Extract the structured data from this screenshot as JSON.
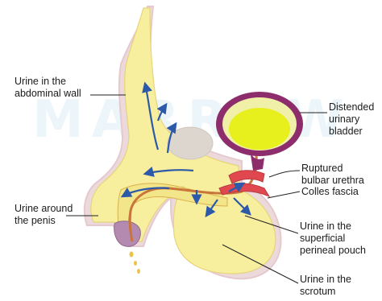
{
  "watermark": "MARROW",
  "labels": {
    "abdominal_wall": [
      "Urine in the",
      "abdominal wall"
    ],
    "bladder": [
      "Distended",
      "urinary",
      "bladder"
    ],
    "urethra": [
      "Ruptured",
      "bulbar urethra"
    ],
    "penis": [
      "Urine around",
      "the penis"
    ],
    "colles": [
      "Colles fascia"
    ],
    "perineal": [
      "Urine in the",
      "superficial",
      "perineal pouch"
    ],
    "scrotum": [
      "Urine in the",
      "scrotum"
    ]
  },
  "colors": {
    "tissue_yellow": "#f8ef9e",
    "skin_outline": "#e6c9cf",
    "bladder_wall": "#8e2d6b",
    "bladder_fill": "#e7ef1c",
    "arrow_blue": "#2d5aa8",
    "urethra": "#c8743a",
    "fascia_red": "#e0474f",
    "bone_grey": "#ddd6cf",
    "glans": "#b58ab0"
  }
}
